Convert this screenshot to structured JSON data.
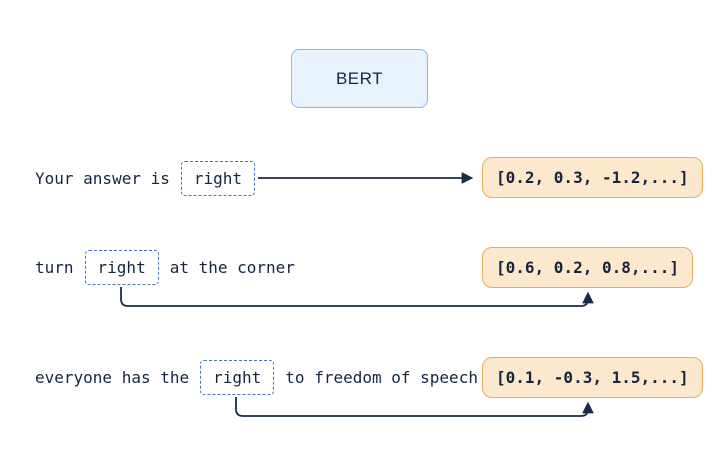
{
  "model_box": {
    "label": "BERT"
  },
  "rows": [
    {
      "prefix": "Your answer is",
      "token": "right",
      "suffix": "",
      "embedding": "[0.2, 0.3, -1.2,...]"
    },
    {
      "prefix": "turn",
      "token": "right",
      "suffix": "at the corner",
      "embedding": "[0.6, 0.2, 0.8,...]"
    },
    {
      "prefix": "everyone has the",
      "token": "right",
      "suffix": "to freedom of speech",
      "embedding": "[0.1, -0.3, 1.5,...]"
    }
  ],
  "colors": {
    "text": "#16243f",
    "arrow": "#1b2a4a",
    "bert_fill": "#e8f2fc",
    "bert_border": "#8cb8e4",
    "token_border": "#4a6fd0",
    "embedding_fill": "#fce8cc",
    "embedding_border": "#f0a85c"
  }
}
